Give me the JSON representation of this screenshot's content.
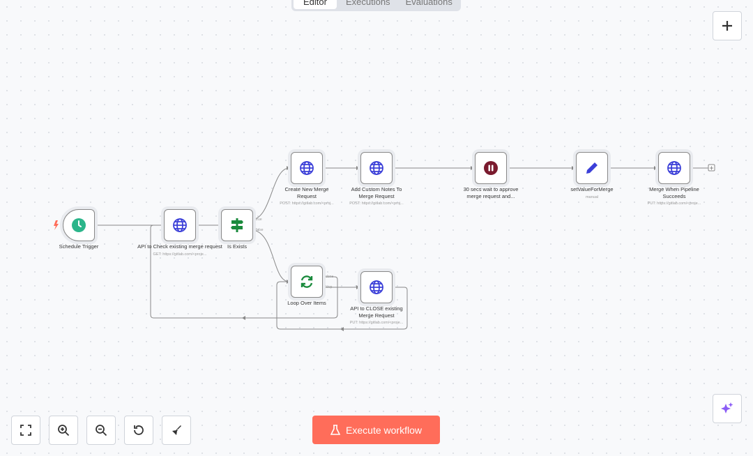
{
  "tabs": [
    {
      "label": "Editor",
      "active": true
    },
    {
      "label": "Executions"
    },
    {
      "label": "Evaluations"
    }
  ],
  "nodes": {
    "schedule": {
      "label": "Schedule Trigger"
    },
    "check": {
      "label": "API to Check existing merge request",
      "sub": "GET: https://gitlab.com/<proje..."
    },
    "exists": {
      "label": "Is Exists",
      "out_true": "true",
      "out_false": "false"
    },
    "create": {
      "label": "Create New Merge Request",
      "sub": "POST: https://gitlab.com/<proj..."
    },
    "notes": {
      "label": "Add Custom Notes To Merge Request",
      "sub": "POST: https://gitlab.com/<proj..."
    },
    "wait": {
      "label": "30 secs wait to approve merge request and..."
    },
    "setvalue": {
      "label": "setValueForMerge",
      "sub": "manual"
    },
    "merge": {
      "label": "Merge When Pipeline Succeeds",
      "sub": "PUT: https://gitlab.com/<proje..."
    },
    "loop": {
      "label": "Loop Over Items",
      "out_done": "done",
      "out_loop": "loop"
    },
    "close": {
      "label": "API to CLOSE existing Merge Request",
      "sub": "PUT: https://gitlab.com/<proje..."
    }
  },
  "execute_label": "Execute workflow",
  "colors": {
    "accent": "#ff6d5a",
    "http": "#3b3fd8",
    "trigger": "#2bb58a",
    "if": "#1a8a3c",
    "wait": "#7a1a2e",
    "sparkle": "#8b5cf6"
  }
}
